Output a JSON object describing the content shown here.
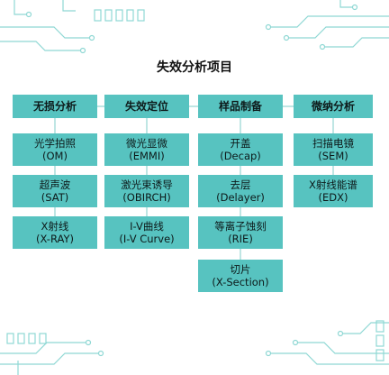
{
  "title": "失效分析项目",
  "columns": [
    {
      "header": "无损分析",
      "items": [
        {
          "name": "光学拍照",
          "abbr": "(OM)"
        },
        {
          "name": "超声波",
          "abbr": "(SAT)"
        },
        {
          "name": "X射线",
          "abbr": "(X-RAY)"
        }
      ]
    },
    {
      "header": "失效定位",
      "items": [
        {
          "name": "微光显微",
          "abbr": "(EMMI)"
        },
        {
          "name": "激光束诱导",
          "abbr": "(OBIRCH)"
        },
        {
          "name": "I-V曲线",
          "abbr": "(I-V Curve)"
        }
      ]
    },
    {
      "header": "样品制备",
      "items": [
        {
          "name": "开盖",
          "abbr": "(Decap)"
        },
        {
          "name": "去层",
          "abbr": "(Delayer)"
        },
        {
          "name": "等离子蚀刻",
          "abbr": "(RIE)"
        },
        {
          "name": "切片",
          "abbr": "(X-Section)"
        }
      ]
    },
    {
      "header": "微纳分析",
      "items": [
        {
          "name": "扫描电镜",
          "abbr": "(SEM)"
        },
        {
          "name": "X射线能谱",
          "abbr": "(EDX)"
        }
      ]
    }
  ],
  "colors": {
    "box": "#57c3c0",
    "line": "#bfe6e4",
    "accent": "#7fd4d0"
  }
}
